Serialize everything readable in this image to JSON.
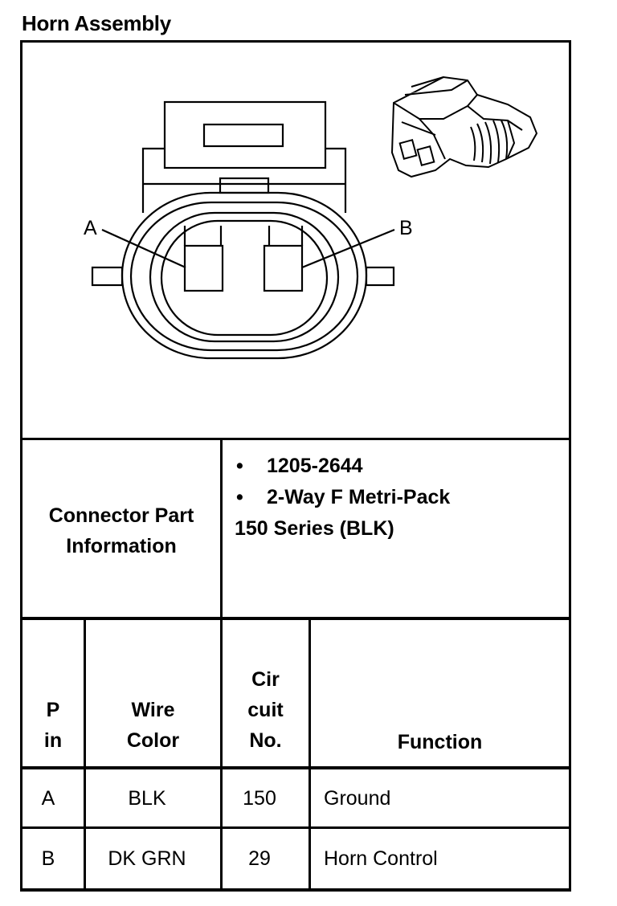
{
  "title": "Horn Assembly",
  "diagram": {
    "label_a": "A",
    "label_b": "B"
  },
  "connector_info": {
    "label_line1": "Connector Part",
    "label_line2": "Information",
    "bullets": [
      "1205-2644",
      "2-Way F Metri-Pack"
    ],
    "continuation": "150 Series (BLK)"
  },
  "table": {
    "headers": {
      "pin": [
        "P",
        "in"
      ],
      "wire_color": [
        "Wire",
        "Color"
      ],
      "circuit": [
        "Cir",
        "cuit",
        "No."
      ],
      "function": "Function"
    },
    "rows": [
      {
        "pin": "A",
        "wire_color": "BLK",
        "circuit": "150",
        "function": "Ground"
      },
      {
        "pin": "B",
        "wire_color": "DK GRN",
        "circuit": "29",
        "function": "Horn Control"
      }
    ]
  },
  "bullet_char": "•"
}
